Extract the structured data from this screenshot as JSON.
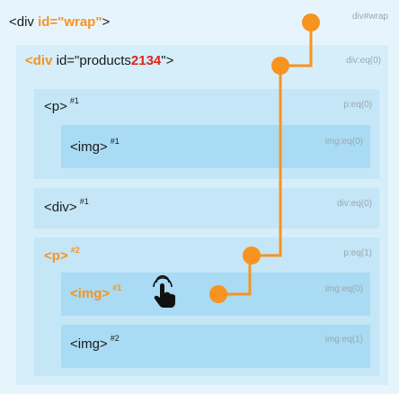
{
  "colors": {
    "accent": "#f7931e",
    "id_number": "#e2231a"
  },
  "nodes": {
    "wrap": {
      "open": "<div ",
      "attr_name": "id=",
      "attr_value": "\"wrap\"",
      "close": ">",
      "selector": "div#wrap"
    },
    "products": {
      "tag_name": "<div",
      "attr": " id=\"products",
      "id_number": "2134",
      "close": "\">",
      "selector": "div:eq(0)"
    },
    "p1": {
      "tag": "<p>",
      "index": "#1",
      "selector": "p:eq(0)"
    },
    "img1": {
      "tag": "<img>",
      "index": "#1",
      "selector": "img:eq(0)"
    },
    "div1": {
      "tag": "<div>",
      "index": "#1",
      "selector": "div:eq(0)"
    },
    "p2": {
      "tag": "<p>",
      "index": "#2",
      "selector": "p:eq(1)"
    },
    "img_target": {
      "tag": "<img>",
      "index": "#1",
      "selector": "img:eq(0)"
    },
    "img2": {
      "tag": "<img>",
      "index": "#2",
      "selector": "img:eq(1)"
    }
  },
  "cursor_icon": "hand-pointer-click"
}
